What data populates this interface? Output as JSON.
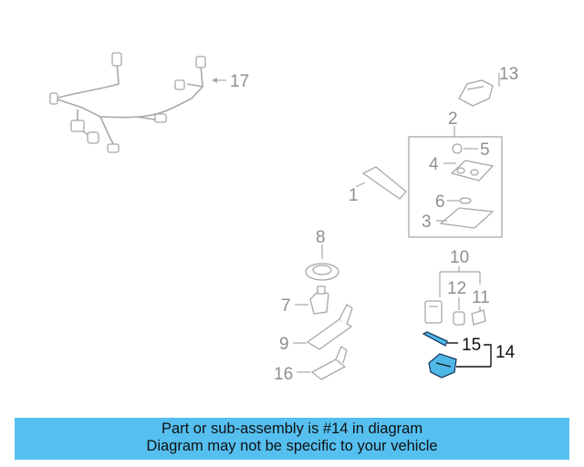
{
  "callouts": {
    "n1": "1",
    "n2": "2",
    "n3": "3",
    "n4": "4",
    "n5": "5",
    "n6": "6",
    "n7": "7",
    "n8": "8",
    "n9": "9",
    "n10": "10",
    "n11": "11",
    "n12": "12",
    "n13": "13",
    "n14": "14",
    "n15": "15",
    "n16": "16",
    "n17": "17"
  },
  "highlighted_parts": [
    "14",
    "15"
  ],
  "colors": {
    "highlight": "#4fb8e8",
    "banner": "#55c0f0",
    "inactive": "#a8a8a8"
  },
  "banner": {
    "line1": "Part or sub-assembly is #14 in diagram",
    "line2": "Diagram may not be specific to your vehicle"
  }
}
